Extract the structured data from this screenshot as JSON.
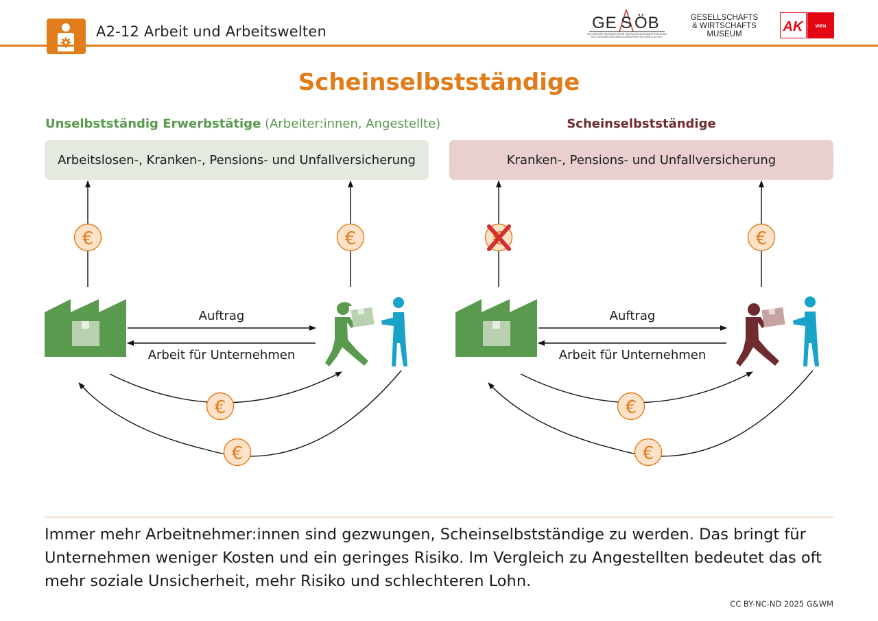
{
  "header": {
    "title": "A2-12 Arbeit und Arbeitswelten",
    "logos": {
      "gesob_text": "GE S ÖB",
      "gesob_small_line1": "FACHGRUPPE GEOGRAPHISCHE UND SOZIOÖKONOMISCHE BILDUNG",
      "gesob_small_line2": "DER ÖSTERREICHISCHEN GEOGRAPHISCHEN GESELLSCHAFT",
      "museum_line1": "GESELLSCHAFTS",
      "museum_line2": "& WIRTSCHAFTS",
      "museum_line3": "MUSEUM",
      "ak_text": "AK",
      "ak_sub": "WIEN"
    }
  },
  "main_title": "Scheinselbstständige",
  "left": {
    "subtitle_bold": "Unselbstständig Erwerbstätige",
    "subtitle_rest": " (Arbeiter:innen, Angestellte)",
    "box_text": "Arbeitslosen-, Kranken-, Pensions- und Unfallversicherung",
    "arrow_top": "Auftrag",
    "arrow_bottom": "Arbeit für Unternehmen"
  },
  "right": {
    "subtitle": "Scheinselbstständige",
    "box_text": "Kranken-, Pensions- und Unfallversicherung",
    "arrow_top": "Auftrag",
    "arrow_bottom": "Arbeit für Unternehmen"
  },
  "euro_symbol": "€",
  "bottom_text": "Immer mehr Arbeitnehmer:innen sind gezwungen, Scheinselbstständige zu werden. Das bringt für Unternehmen weniger Kosten und ein geringes Risiko. Im Vergleich zu Angestellten bedeutet das oft mehr soziale Unsicherheit, mehr Risiko und schlechteren Lohn.",
  "credit": "CC BY-NC-ND 2025 G&WM",
  "colors": {
    "orange": "#e07c1a",
    "green": "#5a9a4e",
    "dark_red": "#6f2c30",
    "blue": "#1aa3c8",
    "x_red": "#d32f2f"
  }
}
